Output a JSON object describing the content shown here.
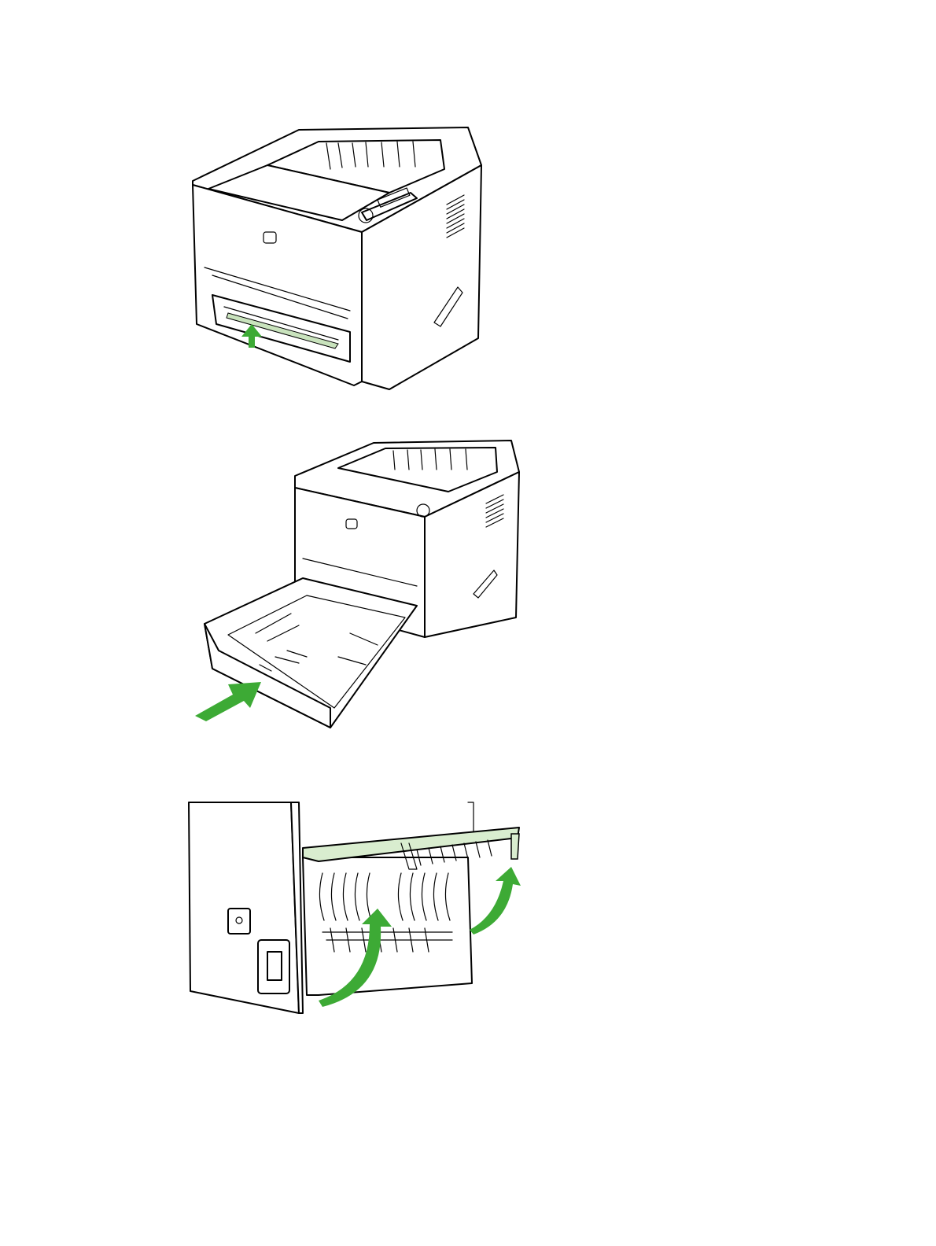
{
  "figures": [
    {
      "id": "printer-front-arrow-up",
      "icon": "printer-front-icon",
      "accent": "#3daa35"
    },
    {
      "id": "printer-tray-push-in",
      "icon": "printer-tray-icon",
      "accent": "#3daa35"
    },
    {
      "id": "printer-rear-door-close",
      "icon": "printer-rear-door-icon",
      "accent": "#3daa35",
      "highlight": "#d9edcf"
    }
  ]
}
